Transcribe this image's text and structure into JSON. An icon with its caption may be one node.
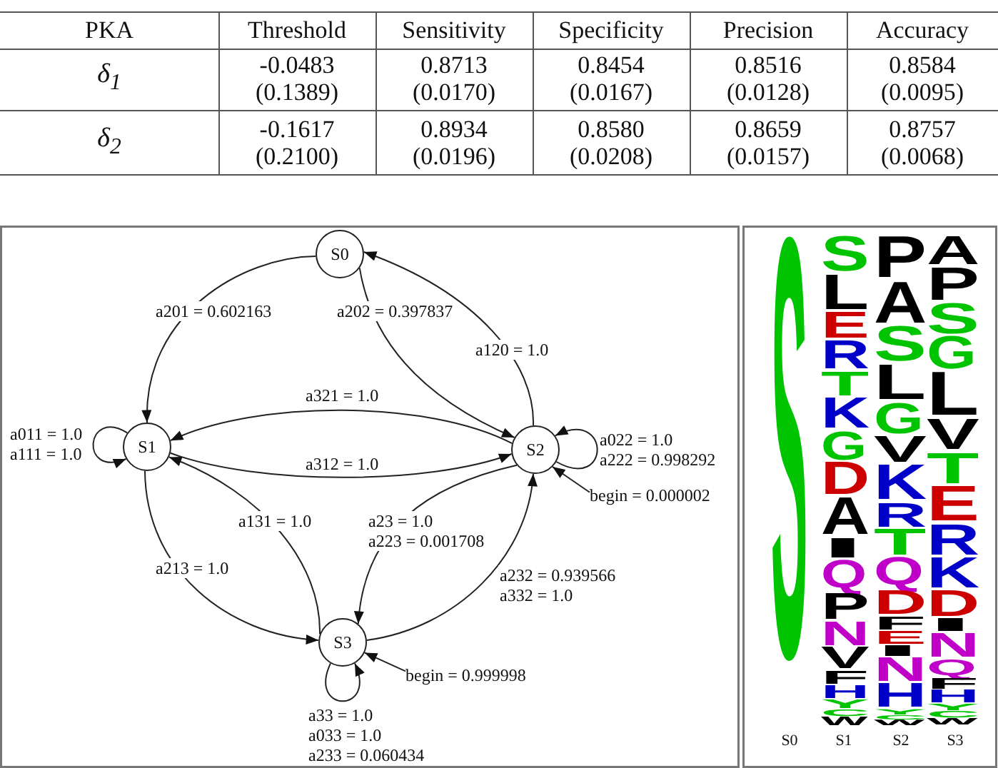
{
  "diagram": {
    "nodes": [
      {
        "text": [
          "S0"
        ]
      },
      {
        "text": [
          "S1"
        ]
      },
      {
        "text": [
          "S2"
        ]
      },
      {
        "text": [
          "S3"
        ]
      },
      {
        "text": [
          "begin = 0.000002"
        ]
      },
      {
        "text": [
          "begin = 0.999998"
        ]
      }
    ],
    "edges": [
      {
        "from": 0,
        "to": 1,
        "arrow": "to",
        "label": "a201 = 0.602163"
      },
      {
        "from": 0,
        "to": 2,
        "arrow": "to",
        "label": "a202 = 0.397837"
      },
      {
        "from": 2,
        "to": 0,
        "arrow": "to",
        "label": "a120 = 1.0"
      },
      {
        "from": 2,
        "to": 1,
        "arrow": "to",
        "label": "a321 = 1.0"
      },
      {
        "from": 1,
        "to": 2,
        "arrow": "to",
        "label": "a312 = 1.0"
      },
      {
        "from": 1,
        "to": 1,
        "arrow": "to",
        "label": "a011 = 1.0 a111 = 1.0"
      },
      {
        "from": 2,
        "to": 2,
        "arrow": "to",
        "label": "a022 = 1.0 a222 = 0.998292"
      },
      {
        "from": 1,
        "to": 3,
        "arrow": "to",
        "label": "a213 = 1.0"
      },
      {
        "from": 3,
        "to": 1,
        "arrow": "to",
        "label": "a131 = 1.0"
      },
      {
        "from": 2,
        "to": 3,
        "arrow": "to",
        "label": "a23 = 1.0 a223 = 0.001708"
      },
      {
        "from": 3,
        "to": 2,
        "arrow": "to",
        "label": "a232 = 0.939566 a332 = 1.0"
      },
      {
        "from": 3,
        "to": 3,
        "arrow": "to",
        "label": "a33 = 1.0 a033 = 1.0 a233 = 0.060434"
      },
      {
        "from": 4,
        "to": 2,
        "arrow": "to"
      },
      {
        "from": 5,
        "to": 3,
        "arrow": "to"
      }
    ],
    "labels": [
      "PKA",
      "Threshold",
      "Sensitivity",
      "Specificity",
      "Precision",
      "Accuracy",
      "δ$_{1}$",
      "-0.0483 (0.1389)",
      "0.8713 (0.0170)",
      "0.8454 (0.0167)",
      "0.8516 (0.0128)",
      "0.8584 (0.0095)",
      "δ$_{2}$",
      "-0.1617 (0.2100)",
      "0.8934 (0.0196)",
      "0.8580 (0.0208)",
      "0.8659 (0.0157)",
      "0.8757 (0.0068)",
      "S",
      "S",
      "L",
      "E",
      "R",
      "T",
      "K",
      "G",
      "D",
      "A",
      "I",
      "Q",
      "P",
      "N",
      "V",
      "F",
      "H",
      "Y",
      "C",
      "W",
      "P",
      "A",
      "S",
      "L",
      "G",
      "V",
      "K",
      "R",
      "T",
      "Q",
      "D",
      "F",
      "E",
      "I",
      "N",
      "H",
      "Y",
      "C",
      "W",
      "A",
      "P",
      "S",
      "G",
      "L",
      "V",
      "T",
      "E",
      "R",
      "K",
      "D",
      "I",
      "N",
      "Q",
      "F",
      "H",
      "Y",
      "C",
      "W",
      "S0",
      "S1",
      "S2",
      "S3"
    ]
  }
}
